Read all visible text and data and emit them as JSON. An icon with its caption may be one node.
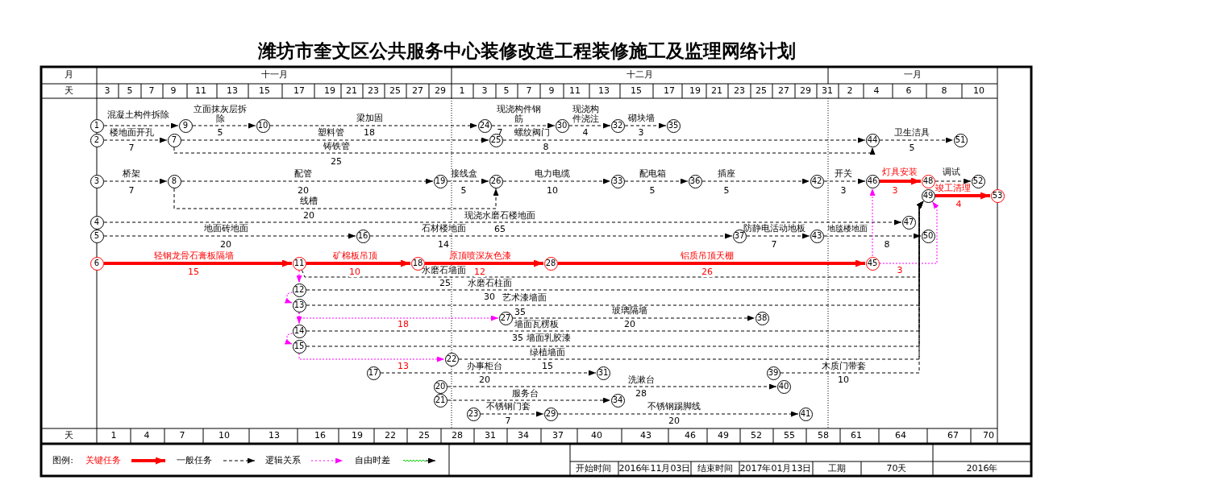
{
  "diagram": {
    "title": "潍坊市奎文区公共服务中心装修改造工程装修施工及监理网络计划",
    "nodes": [
      {
        "text": [
          "1"
        ]
      },
      {
        "text": [
          "2"
        ]
      },
      {
        "text": [
          "3"
        ]
      },
      {
        "text": [
          "4"
        ]
      },
      {
        "text": [
          "5"
        ]
      },
      {
        "text": [
          "6"
        ]
      },
      {
        "text": [
          "7"
        ]
      },
      {
        "text": [
          "8"
        ]
      },
      {
        "text": [
          "9"
        ]
      },
      {
        "text": [
          "10"
        ]
      },
      {
        "text": [
          "11"
        ]
      },
      {
        "text": [
          "12"
        ]
      },
      {
        "text": [
          "13"
        ]
      },
      {
        "text": [
          "14"
        ]
      },
      {
        "text": [
          "15"
        ]
      },
      {
        "text": [
          "16"
        ]
      },
      {
        "text": [
          "17"
        ]
      },
      {
        "text": [
          "18"
        ]
      },
      {
        "text": [
          "19"
        ]
      },
      {
        "text": [
          "20"
        ]
      },
      {
        "text": [
          "21"
        ]
      },
      {
        "text": [
          "22"
        ]
      },
      {
        "text": [
          "23"
        ]
      },
      {
        "text": [
          "24"
        ]
      },
      {
        "text": [
          "25"
        ]
      },
      {
        "text": [
          "26"
        ]
      },
      {
        "text": [
          "27"
        ]
      },
      {
        "text": [
          "28"
        ]
      },
      {
        "text": [
          "29"
        ]
      },
      {
        "text": [
          "30"
        ]
      },
      {
        "text": [
          "31"
        ]
      },
      {
        "text": [
          "32"
        ]
      },
      {
        "text": [
          "33"
        ]
      },
      {
        "text": [
          "34"
        ]
      },
      {
        "text": [
          "35"
        ]
      },
      {
        "text": [
          "36"
        ]
      },
      {
        "text": [
          "37"
        ]
      },
      {
        "text": [
          "38"
        ]
      },
      {
        "text": [
          "39"
        ]
      },
      {
        "text": [
          "40"
        ]
      },
      {
        "text": [
          "41"
        ]
      },
      {
        "text": [
          "42"
        ]
      },
      {
        "text": [
          "43"
        ]
      },
      {
        "text": [
          "44"
        ]
      },
      {
        "text": [
          "45"
        ]
      },
      {
        "text": [
          "46"
        ]
      },
      {
        "text": [
          "47"
        ]
      },
      {
        "text": [
          "48"
        ]
      },
      {
        "text": [
          "49"
        ]
      },
      {
        "text": [
          "50"
        ]
      },
      {
        "text": [
          "51"
        ]
      },
      {
        "text": [
          "52"
        ]
      },
      {
        "text": [
          "53"
        ]
      }
    ],
    "edges": [
      {
        "from": 0,
        "to": 8,
        "arrow": "to",
        "label": "混凝土构件拆除",
        "style": "dashed"
      },
      {
        "from": 8,
        "to": 9,
        "arrow": "to",
        "label": "立面抹灰层拆除",
        "style": "dashed"
      },
      {
        "from": 9,
        "to": 23,
        "arrow": "to",
        "label": "梁加固",
        "style": "dashed"
      },
      {
        "from": 23,
        "to": 29,
        "arrow": "to",
        "label": "现浇构件钢筋",
        "style": "dashed"
      },
      {
        "from": 29,
        "to": 31,
        "arrow": "to",
        "label": "现浇构件浇注",
        "style": "dashed"
      },
      {
        "from": 31,
        "to": 34,
        "arrow": "to",
        "label": "砌块墙",
        "style": "dashed"
      },
      {
        "from": 1,
        "to": 6,
        "arrow": "to",
        "label": "楼地面开孔",
        "style": "dashed"
      },
      {
        "from": 6,
        "to": 24,
        "arrow": "to",
        "label": "塑料管",
        "style": "dashed"
      },
      {
        "from": 24,
        "to": 43,
        "arrow": "to",
        "label": "螺纹阀门",
        "style": "dashed"
      },
      {
        "from": 6,
        "to": 43,
        "arrow": "to",
        "label": "铸铁管",
        "style": "dashed"
      },
      {
        "from": 43,
        "to": 50,
        "arrow": "to",
        "label": "卫生洁具",
        "style": "dashed"
      },
      {
        "from": 2,
        "to": 7,
        "arrow": "to",
        "label": "桥架",
        "style": "dashed"
      },
      {
        "from": 7,
        "to": 18,
        "arrow": "to",
        "label": "配管",
        "style": "dashed"
      },
      {
        "from": 7,
        "to": 25,
        "arrow": "to",
        "label": "线槽",
        "style": "dashed"
      },
      {
        "from": 18,
        "to": 25,
        "arrow": "to",
        "label": "接线盒",
        "style": "dashed"
      },
      {
        "from": 25,
        "to": 32,
        "arrow": "to",
        "label": "电力电缆",
        "style": "dashed"
      },
      {
        "from": 32,
        "to": 35,
        "arrow": "to",
        "label": "配电箱",
        "style": "dashed"
      },
      {
        "from": 35,
        "to": 41,
        "arrow": "to",
        "label": "插座",
        "style": "dashed"
      },
      {
        "from": 41,
        "to": 45,
        "arrow": "to",
        "label": "开关",
        "style": "dashed"
      },
      {
        "from": 45,
        "to": 47,
        "arrow": "to",
        "label": "灯具安装",
        "style": "thick",
        "color": "#ff0000"
      },
      {
        "from": 47,
        "to": 51,
        "arrow": "to",
        "label": "调试",
        "style": "dashed"
      },
      {
        "from": 48,
        "to": 52,
        "arrow": "to",
        "label": "竣工清理",
        "style": "thick",
        "color": "#ff0000"
      },
      {
        "from": 3,
        "to": 46,
        "arrow": "to",
        "label": "现浇水磨石楼地面",
        "style": "dashed"
      },
      {
        "from": 4,
        "to": 15,
        "arrow": "to",
        "label": "地面砖地面",
        "style": "dashed"
      },
      {
        "from": 15,
        "to": 36,
        "arrow": "to",
        "label": "石材楼地面",
        "style": "dashed"
      },
      {
        "from": 36,
        "to": 42,
        "arrow": "to",
        "label": "防静电活动地板",
        "style": "dashed"
      },
      {
        "from": 42,
        "to": 49,
        "arrow": "to",
        "label": "地毯楼地面",
        "style": "dashed"
      },
      {
        "from": 5,
        "to": 10,
        "arrow": "to",
        "label": "轻钢龙骨石膏板隔墙",
        "style": "thick",
        "color": "#ff0000"
      },
      {
        "from": 10,
        "to": 17,
        "arrow": "to",
        "label": "矿棉板吊顶",
        "style": "thick",
        "color": "#ff0000"
      },
      {
        "from": 17,
        "to": 27,
        "arrow": "to",
        "label": "原顶喷深灰色漆",
        "style": "thick",
        "color": "#ff0000"
      },
      {
        "from": 27,
        "to": 44,
        "arrow": "to",
        "label": "铝质吊顶天棚",
        "style": "thick",
        "color": "#ff0000"
      },
      {
        "from": 44,
        "to": 45,
        "arrow": "to",
        "style": "dashed",
        "color": "#ff00ff"
      },
      {
        "from": 44,
        "to": 48,
        "arrow": "to",
        "style": "dashed",
        "color": "#ff00ff"
      },
      {
        "from": 10,
        "to": 48,
        "arrow": "to",
        "label": "水磨石墙面",
        "style": "dashed"
      },
      {
        "from": 11,
        "to": 48,
        "arrow": "to",
        "label": "水磨石柱面",
        "style": "dashed"
      },
      {
        "from": 12,
        "to": 48,
        "arrow": "to",
        "label": "艺术漆墙面",
        "style": "dashed"
      },
      {
        "from": 12,
        "to": 26,
        "arrow": "to",
        "style": "dashed",
        "color": "#ff00ff"
      },
      {
        "from": 26,
        "to": 37,
        "arrow": "to",
        "label": "玻璃隔墙",
        "style": "dashed"
      },
      {
        "from": 13,
        "to": 48,
        "arrow": "to",
        "label": "墙面瓦楞板",
        "style": "dashed"
      },
      {
        "from": 14,
        "to": 48,
        "arrow": "to",
        "label": "墙面乳胶漆",
        "style": "dashed"
      },
      {
        "from": 14,
        "to": 21,
        "arrow": "to",
        "style": "dashed",
        "color": "#ff00ff"
      },
      {
        "from": 21,
        "to": 48,
        "arrow": "to",
        "label": "绿植墙面",
        "style": "dashed"
      },
      {
        "from": 16,
        "to": 30,
        "arrow": "to",
        "label": "办事柜台",
        "style": "dashed"
      },
      {
        "from": 38,
        "to": 48,
        "arrow": "to",
        "label": "木质门带套",
        "style": "dashed"
      },
      {
        "from": 19,
        "to": 39,
        "arrow": "to",
        "label": "洗漱台",
        "style": "dashed"
      },
      {
        "from": 20,
        "to": 33,
        "arrow": "to",
        "label": "服务台",
        "style": "dashed"
      },
      {
        "from": 22,
        "to": 28,
        "arrow": "to",
        "label": "不锈钢门套",
        "style": "dashed"
      },
      {
        "from": 28,
        "to": 40,
        "arrow": "to",
        "label": "不锈钢踢脚线",
        "style": "dashed"
      },
      {
        "from": 10,
        "to": 11,
        "arrow": "to",
        "style": "dashed",
        "color": "#ff00ff"
      },
      {
        "from": 11,
        "to": 12,
        "arrow": "to",
        "style": "dashed",
        "color": "#ff00ff"
      },
      {
        "from": 12,
        "to": 13,
        "arrow": "to",
        "style": "dashed",
        "color": "#ff00ff"
      },
      {
        "from": 13,
        "to": 14,
        "arrow": "to",
        "style": "dashed",
        "color": "#ff00ff"
      }
    ],
    "labels": [
      "月",
      "十一月",
      "十二月",
      "一月",
      "天",
      "3",
      "5",
      "7",
      "9",
      "11",
      "13",
      "15",
      "17",
      "19",
      "21",
      "23",
      "25",
      "27",
      "29",
      "1",
      "3",
      "5",
      "7",
      "9",
      "11",
      "13",
      "15",
      "17",
      "19",
      "21",
      "23",
      "25",
      "27",
      "29",
      "31",
      "2",
      "4",
      "6",
      "8",
      "10",
      "5",
      "18",
      "7",
      "4",
      "3",
      "7",
      "8",
      "5",
      "25",
      "7",
      "20",
      "5",
      "10",
      "5",
      "5",
      "3",
      "3",
      "4",
      "20",
      "65",
      "20",
      "14",
      "7",
      "8",
      "15",
      "10",
      "12",
      "26",
      "3",
      "25",
      "30",
      "35",
      "18",
      "20",
      "35",
      "13",
      "15",
      "20",
      "10",
      "28",
      "7",
      "20",
      "天",
      "1",
      "4",
      "7",
      "10",
      "13",
      "16",
      "19",
      "22",
      "25",
      "28",
      "31",
      "34",
      "37",
      "40",
      "43",
      "46",
      "49",
      "52",
      "55",
      "58",
      "61",
      "64",
      "67",
      "70",
      "图例:",
      "开始时间",
      "2016年11月03日",
      "结束时间",
      "2017年01月13日",
      "工期",
      "70天",
      "2016年"
    ],
    "legend": [
      {
        "text": "关键任务"
      },
      {
        "text": "一般任务"
      },
      {
        "text": "逻辑关系"
      },
      {
        "text": "自由时差"
      }
    ]
  }
}
